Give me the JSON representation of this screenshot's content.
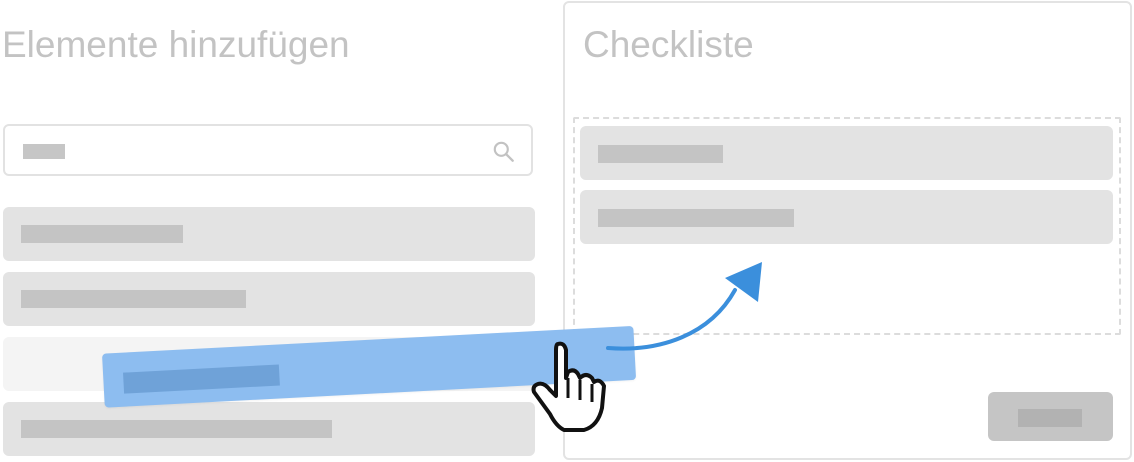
{
  "left_panel": {
    "title": "Elemente hinzufügen",
    "search": {
      "icon": "search-icon"
    },
    "items": [
      {
        "state": "normal"
      },
      {
        "state": "normal"
      },
      {
        "state": "empty-slot"
      },
      {
        "state": "normal"
      }
    ]
  },
  "right_panel": {
    "title": "Checkliste",
    "items": [
      {
        "state": "normal"
      },
      {
        "state": "normal"
      }
    ],
    "action_button": {
      "state": "disabled"
    }
  },
  "drag": {
    "dragged_item_color": "#8dbdf0",
    "arrow_color": "#3b8fdc",
    "cursor_icon": "hand-pointer-icon",
    "arrow_icon": "curved-arrow-icon"
  },
  "colors": {
    "title_text": "#c3c3c3",
    "list_item": "#e3e3e3",
    "placeholder_bar": "#c4c4c4",
    "button": "#c5c5c5"
  }
}
